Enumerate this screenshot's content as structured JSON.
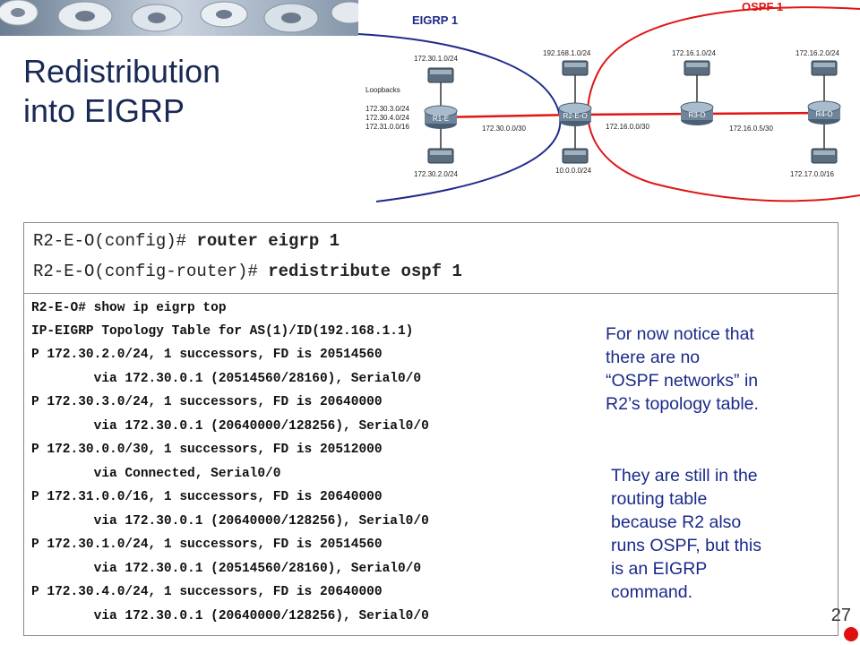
{
  "slide": {
    "title_line1": "Redistribution",
    "title_line2": "into EIGRP",
    "page_number": "27"
  },
  "diagram": {
    "eigrp_label": "EIGRP 1",
    "ospf_label": "OSPF 1",
    "loopbacks_label": "Loopbacks",
    "loopbacks": [
      "172.30.3.0/24",
      "172.30.4.0/24",
      "172.31.0.0/16"
    ],
    "routers": [
      "R1-E",
      "R2-E-O",
      "R3-O",
      "R4-O"
    ],
    "networks": {
      "r1_top": "172.30.1.0/24",
      "r1_bottom": "172.30.2.0/24",
      "r2_top": "192.168.1.0/24",
      "r2_bottom": "10.0.0.0/24",
      "r3_top": "172.16.1.0/24",
      "r4_top": "172.16.2.0/24",
      "r4_bottom": "172.17.0.0/16",
      "link_r1_r2": "172.30.0.0/30",
      "link_r2_r3": "172.16.0.0/30",
      "link_r3_r4": "172.16.0.5/30"
    },
    "colors": {
      "eigrp": "#1f2a8c",
      "ospf": "#e01515",
      "link": "#e01515"
    }
  },
  "commands": [
    {
      "prompt": "R2-E-O(config)# ",
      "cmd": "router eigrp 1"
    },
    {
      "prompt": "R2-E-O(config-router)# ",
      "cmd": "redistribute ospf 1"
    }
  ],
  "output": [
    "R2-E-O# show ip eigrp top",
    "IP-EIGRP Topology Table for AS(1)/ID(192.168.1.1)",
    "P 172.30.2.0/24, 1 successors, FD is 20514560",
    "        via 172.30.0.1 (20514560/28160), Serial0/0",
    "P 172.30.3.0/24, 1 successors, FD is 20640000",
    "        via 172.30.0.1 (20640000/128256), Serial0/0",
    "P 172.30.0.0/30, 1 successors, FD is 20512000",
    "        via Connected, Serial0/0",
    "P 172.31.0.0/16, 1 successors, FD is 20640000",
    "        via 172.30.0.1 (20640000/128256), Serial0/0",
    "P 172.30.1.0/24, 1 successors, FD is 20514560",
    "        via 172.30.0.1 (20514560/28160), Serial0/0",
    "P 172.30.4.0/24, 1 successors, FD is 20640000",
    "        via 172.30.0.1 (20640000/128256), Serial0/0"
  ],
  "notes": {
    "note1": [
      "For now notice that",
      "there are no",
      "“OSPF networks” in",
      "R2’s topology table."
    ],
    "note2": [
      "They are still in the",
      "routing table",
      "because R2 also",
      "runs OSPF, but this",
      "is an EIGRP",
      "command."
    ]
  }
}
